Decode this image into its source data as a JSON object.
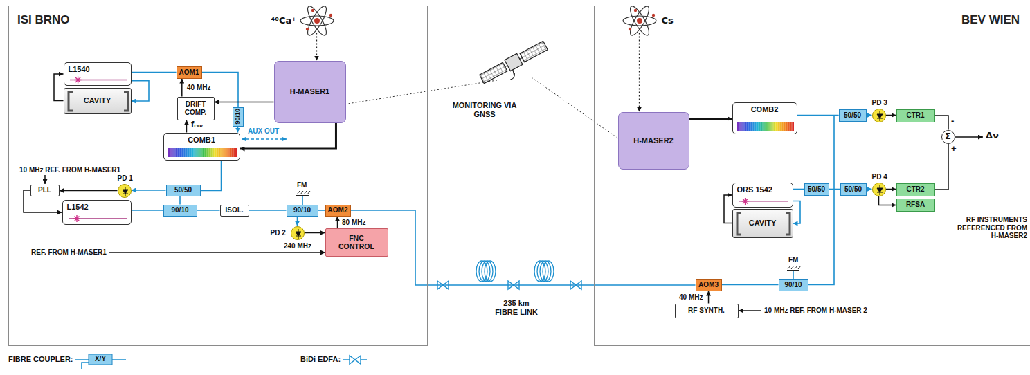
{
  "diagram": {
    "nodes": [
      {
        "text": [
          "ISI BRNO"
        ]
      },
      {
        "text": [
          "⁴⁰Ca⁺"
        ],
        "in": 0
      },
      {
        "text": [
          "L1540"
        ],
        "in": 0
      },
      {
        "text": [
          "CAVITY"
        ],
        "in": 0
      },
      {
        "text": [
          "AOM1"
        ],
        "in": 0
      },
      {
        "text": [
          "H-MASER1"
        ],
        "in": 0
      },
      {
        "text": [
          "DRIFT COMP."
        ],
        "in": 0
      },
      {
        "text": [
          "90/10"
        ],
        "in": 0
      },
      {
        "text": [
          "COMB1"
        ],
        "in": 0
      },
      {
        "text": [
          "PLL"
        ],
        "in": 0
      },
      {
        "text": [
          "PD 1"
        ],
        "in": 0
      },
      {
        "text": [
          "50/50"
        ],
        "in": 0
      },
      {
        "text": [
          "L1542"
        ],
        "in": 0
      },
      {
        "text": [
          "90/10"
        ],
        "in": 0
      },
      {
        "text": [
          "ISOL."
        ],
        "in": 0
      },
      {
        "text": [
          "90/10"
        ],
        "in": 0
      },
      {
        "text": [
          "AOM2"
        ],
        "in": 0
      },
      {
        "text": [
          "PD 2"
        ],
        "in": 0
      },
      {
        "text": [
          "FNC CONTROL"
        ],
        "in": 0
      },
      {
        "text": [
          "BEV WIEN"
        ]
      },
      {
        "text": [
          "Cs"
        ],
        "in": 19
      },
      {
        "text": [
          "H-MASER2"
        ],
        "in": 19
      },
      {
        "text": [
          "COMB2"
        ],
        "in": 19
      },
      {
        "text": [
          "ORS 1542"
        ],
        "in": 19
      },
      {
        "text": [
          "CAVITY"
        ],
        "in": 19
      },
      {
        "text": [
          "50/50"
        ],
        "in": 19
      },
      {
        "text": [
          "PD 3"
        ],
        "in": 19
      },
      {
        "text": [
          "CTR1"
        ],
        "in": 19
      },
      {
        "text": [
          "Σ"
        ],
        "in": 19
      },
      {
        "text": [
          "50/50"
        ],
        "in": 19
      },
      {
        "text": [
          "50/50"
        ],
        "in": 19
      },
      {
        "text": [
          "PD 4"
        ],
        "in": 19
      },
      {
        "text": [
          "CTR2"
        ],
        "in": 19
      },
      {
        "text": [
          "RFSA"
        ],
        "in": 19
      },
      {
        "text": [
          "AOM3"
        ],
        "in": 19
      },
      {
        "text": [
          "90/10"
        ],
        "in": 19
      },
      {
        "text": [
          "RF SYNTH."
        ],
        "in": 19
      }
    ],
    "edges": [
      {
        "from": 1,
        "to": 5,
        "arrow": "to"
      },
      {
        "from": 3,
        "to": 2,
        "arrow": "to"
      },
      {
        "from": 2,
        "to": 4,
        "arrow": "none"
      },
      {
        "from": 2,
        "to": 3,
        "arrow": "to"
      },
      {
        "from": 4,
        "to": 7,
        "arrow": "none"
      },
      {
        "from": 6,
        "to": 4,
        "arrow": "to"
      },
      {
        "from": 5,
        "to": 6,
        "arrow": "to"
      },
      {
        "from": 8,
        "to": 6,
        "arrow": "to"
      },
      {
        "from": 5,
        "to": 8,
        "arrow": "to"
      },
      {
        "from": 7,
        "to": 8,
        "arrow": "to"
      },
      {
        "from": 8,
        "to": 11,
        "arrow": "none"
      },
      {
        "from": 13,
        "to": 11,
        "arrow": "none"
      },
      {
        "from": 11,
        "to": 10,
        "arrow": "to"
      },
      {
        "from": 10,
        "to": 9,
        "arrow": "to"
      },
      {
        "from": 9,
        "to": 12,
        "arrow": "to"
      },
      {
        "from": 12,
        "to": 13,
        "arrow": "none"
      },
      {
        "from": 13,
        "to": 14,
        "arrow": "none"
      },
      {
        "from": 14,
        "to": 15,
        "arrow": "none"
      },
      {
        "from": 15,
        "to": 16,
        "arrow": "none"
      },
      {
        "from": 15,
        "to": 17,
        "arrow": "to"
      },
      {
        "from": 17,
        "to": 18,
        "arrow": "to"
      },
      {
        "from": 18,
        "to": 16,
        "arrow": "to"
      },
      {
        "from": 16,
        "to": 34,
        "arrow": "none"
      },
      {
        "from": 20,
        "to": 21,
        "arrow": "to"
      },
      {
        "from": 21,
        "to": 22,
        "arrow": "to"
      },
      {
        "from": 22,
        "to": 25,
        "arrow": "none"
      },
      {
        "from": 25,
        "to": 26,
        "arrow": "to"
      },
      {
        "from": 26,
        "to": 27,
        "arrow": "to"
      },
      {
        "from": 27,
        "to": 28,
        "arrow": "none"
      },
      {
        "from": 32,
        "to": 28,
        "arrow": "none"
      },
      {
        "from": 24,
        "to": 23,
        "arrow": "to"
      },
      {
        "from": 23,
        "to": 24,
        "arrow": "to"
      },
      {
        "from": 23,
        "to": 29,
        "arrow": "none"
      },
      {
        "from": 29,
        "to": 30,
        "arrow": "none"
      },
      {
        "from": 30,
        "to": 31,
        "arrow": "to"
      },
      {
        "from": 31,
        "to": 32,
        "arrow": "to"
      },
      {
        "from": 31,
        "to": 33,
        "arrow": "to"
      },
      {
        "from": 35,
        "to": 25,
        "arrow": "none"
      },
      {
        "from": 34,
        "to": 35,
        "arrow": "none"
      },
      {
        "from": 36,
        "to": 34,
        "arrow": "to"
      }
    ],
    "labels": [
      "40 MHz",
      "fᵣₑₚ",
      "AUX OUT",
      "10 MHz REF. FROM H-MASER1",
      "FM",
      "240 MHz",
      "80 MHz",
      "REF. FROM H-MASER1",
      "MONITORING VIA GNSS",
      "235 km FIBRE LINK",
      "FM",
      "40 MHz",
      "10 MHz REF. FROM H-MASER 2",
      "-",
      "+",
      "Δν",
      "RF INSTRUMENTS REFERENCED FROM H-MASER2",
      "X/Y"
    ],
    "legend": [
      {
        "text": "FIBRE COUPLER:"
      },
      {
        "text": "BiDi EDFA:"
      }
    ]
  }
}
